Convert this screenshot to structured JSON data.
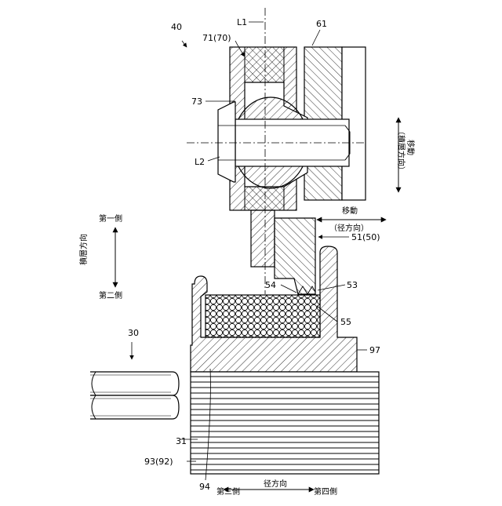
{
  "labels": {
    "fig_ref": "40",
    "axis_l1": "L1",
    "axis_l2": "L2",
    "fastener": "71(70)",
    "wall": "61",
    "bolt_head_ball": "73",
    "holder": "51(50)",
    "tip_54": "54",
    "tip_53": "53",
    "particles": "55",
    "container": "97",
    "ref_30": "30",
    "ref_31": "31",
    "stack": "93(92)",
    "ref_94": "94"
  },
  "directions": {
    "move": "移動",
    "stack_dir_paren": "（積層方向）",
    "radial_paren": "（径方向）",
    "first_side": "第一側",
    "second_side": "第二側",
    "stack_dir": "積層方向",
    "third_side": "第三側",
    "fourth_side": "第四側",
    "radial": "径方向"
  }
}
